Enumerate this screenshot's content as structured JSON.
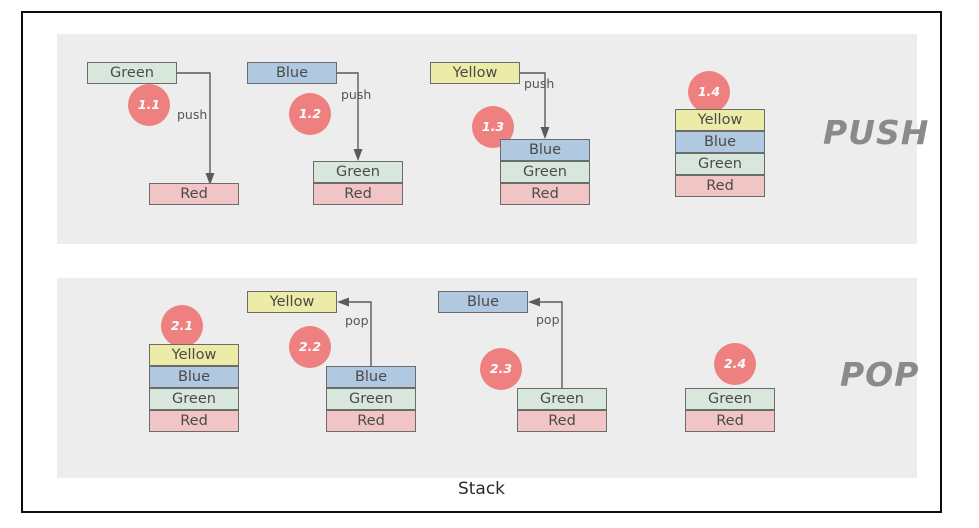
{
  "figure": {
    "caption": "Stack",
    "sections": [
      {
        "id": "push",
        "title": "PUSH"
      },
      {
        "id": "pop",
        "title": "POP"
      }
    ],
    "colors": {
      "green": "#d8e7dc",
      "blue": "#b0c8e0",
      "yellow": "#edeba8",
      "red": "#f1c5c6",
      "badge": "#ef8080",
      "panel": "#ededed",
      "frame": "#0d0d0d",
      "label": "#8a8a8a"
    }
  },
  "push": {
    "title": "PUSH",
    "steps": [
      {
        "badge": "1.1",
        "operation": "push",
        "incoming": "Green",
        "stack": [
          "Red"
        ]
      },
      {
        "badge": "1.2",
        "operation": "push",
        "incoming": "Blue",
        "stack": [
          "Green",
          "Red"
        ]
      },
      {
        "badge": "1.3",
        "operation": "push",
        "incoming": "Yellow",
        "stack": [
          "Blue",
          "Green",
          "Red"
        ]
      },
      {
        "badge": "1.4",
        "operation": "",
        "incoming": "",
        "stack": [
          "Yellow",
          "Blue",
          "Green",
          "Red"
        ]
      }
    ]
  },
  "pop": {
    "title": "POP",
    "steps": [
      {
        "badge": "2.1",
        "operation": "",
        "outgoing": "",
        "stack": [
          "Yellow",
          "Blue",
          "Green",
          "Red"
        ]
      },
      {
        "badge": "2.2",
        "operation": "pop",
        "outgoing": "Yellow",
        "stack": [
          "Blue",
          "Green",
          "Red"
        ]
      },
      {
        "badge": "2.3",
        "operation": "pop",
        "outgoing": "Blue",
        "stack": [
          "Green",
          "Red"
        ]
      },
      {
        "badge": "2.4",
        "operation": "",
        "outgoing": "",
        "stack": [
          "Green",
          "Red"
        ]
      }
    ]
  }
}
